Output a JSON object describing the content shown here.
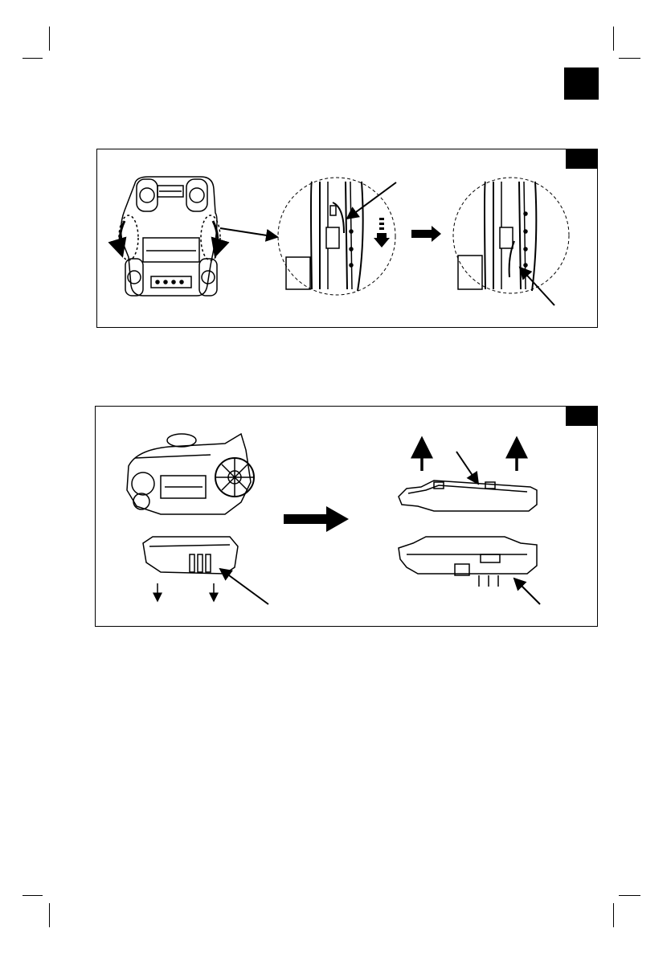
{
  "page": {
    "section_tab_color": "#000000",
    "crop_marks": [
      "top-left",
      "top-right",
      "bottom-left",
      "bottom-right"
    ]
  },
  "figures": [
    {
      "id": "figure-1",
      "description_icons": [
        "mower-underside-icon",
        "magnified-detail-icon",
        "step-arrow-icon",
        "magnified-detail-result-icon"
      ],
      "tab_color": "#000000"
    },
    {
      "id": "figure-2",
      "description_icons": [
        "mower-side-icon",
        "base-tray-icon",
        "step-arrow-icon",
        "tray-lid-icon",
        "tray-base-icon"
      ],
      "tab_color": "#000000"
    }
  ]
}
